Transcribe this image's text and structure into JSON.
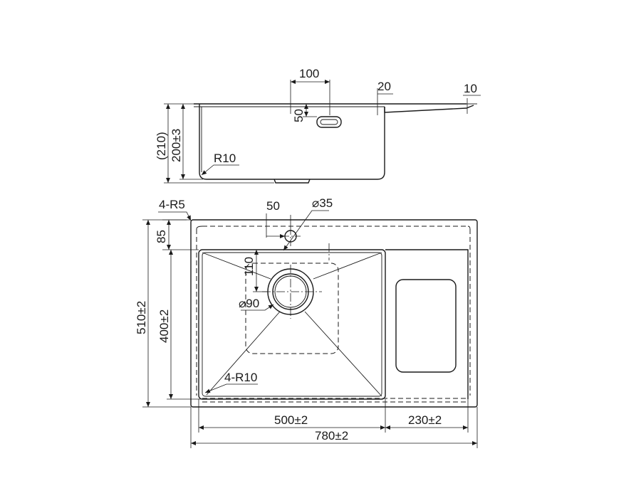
{
  "side_view": {
    "dim_width_bar": "100",
    "dim_bar_height": "50",
    "dim_step": "20",
    "dim_rim": "10",
    "dim_overall_depth": "(210)",
    "dim_bowl_depth": "200±3",
    "corner_radius": "R10"
  },
  "top_view": {
    "corner_radius_outer": "4-R5",
    "dim_tap_offset": "50",
    "dim_tap_hole": "⌀35",
    "dim_back_ledge": "85",
    "dim_drain_offset": "110",
    "dim_drain_diameter": "⌀90",
    "corner_radius_inner": "4-R10",
    "dim_overall_height": "510±2",
    "dim_bowl_height": "400±2",
    "dim_bowl_width": "500±2",
    "dim_drainboard_width": "230±2",
    "dim_overall_width": "780±2"
  }
}
